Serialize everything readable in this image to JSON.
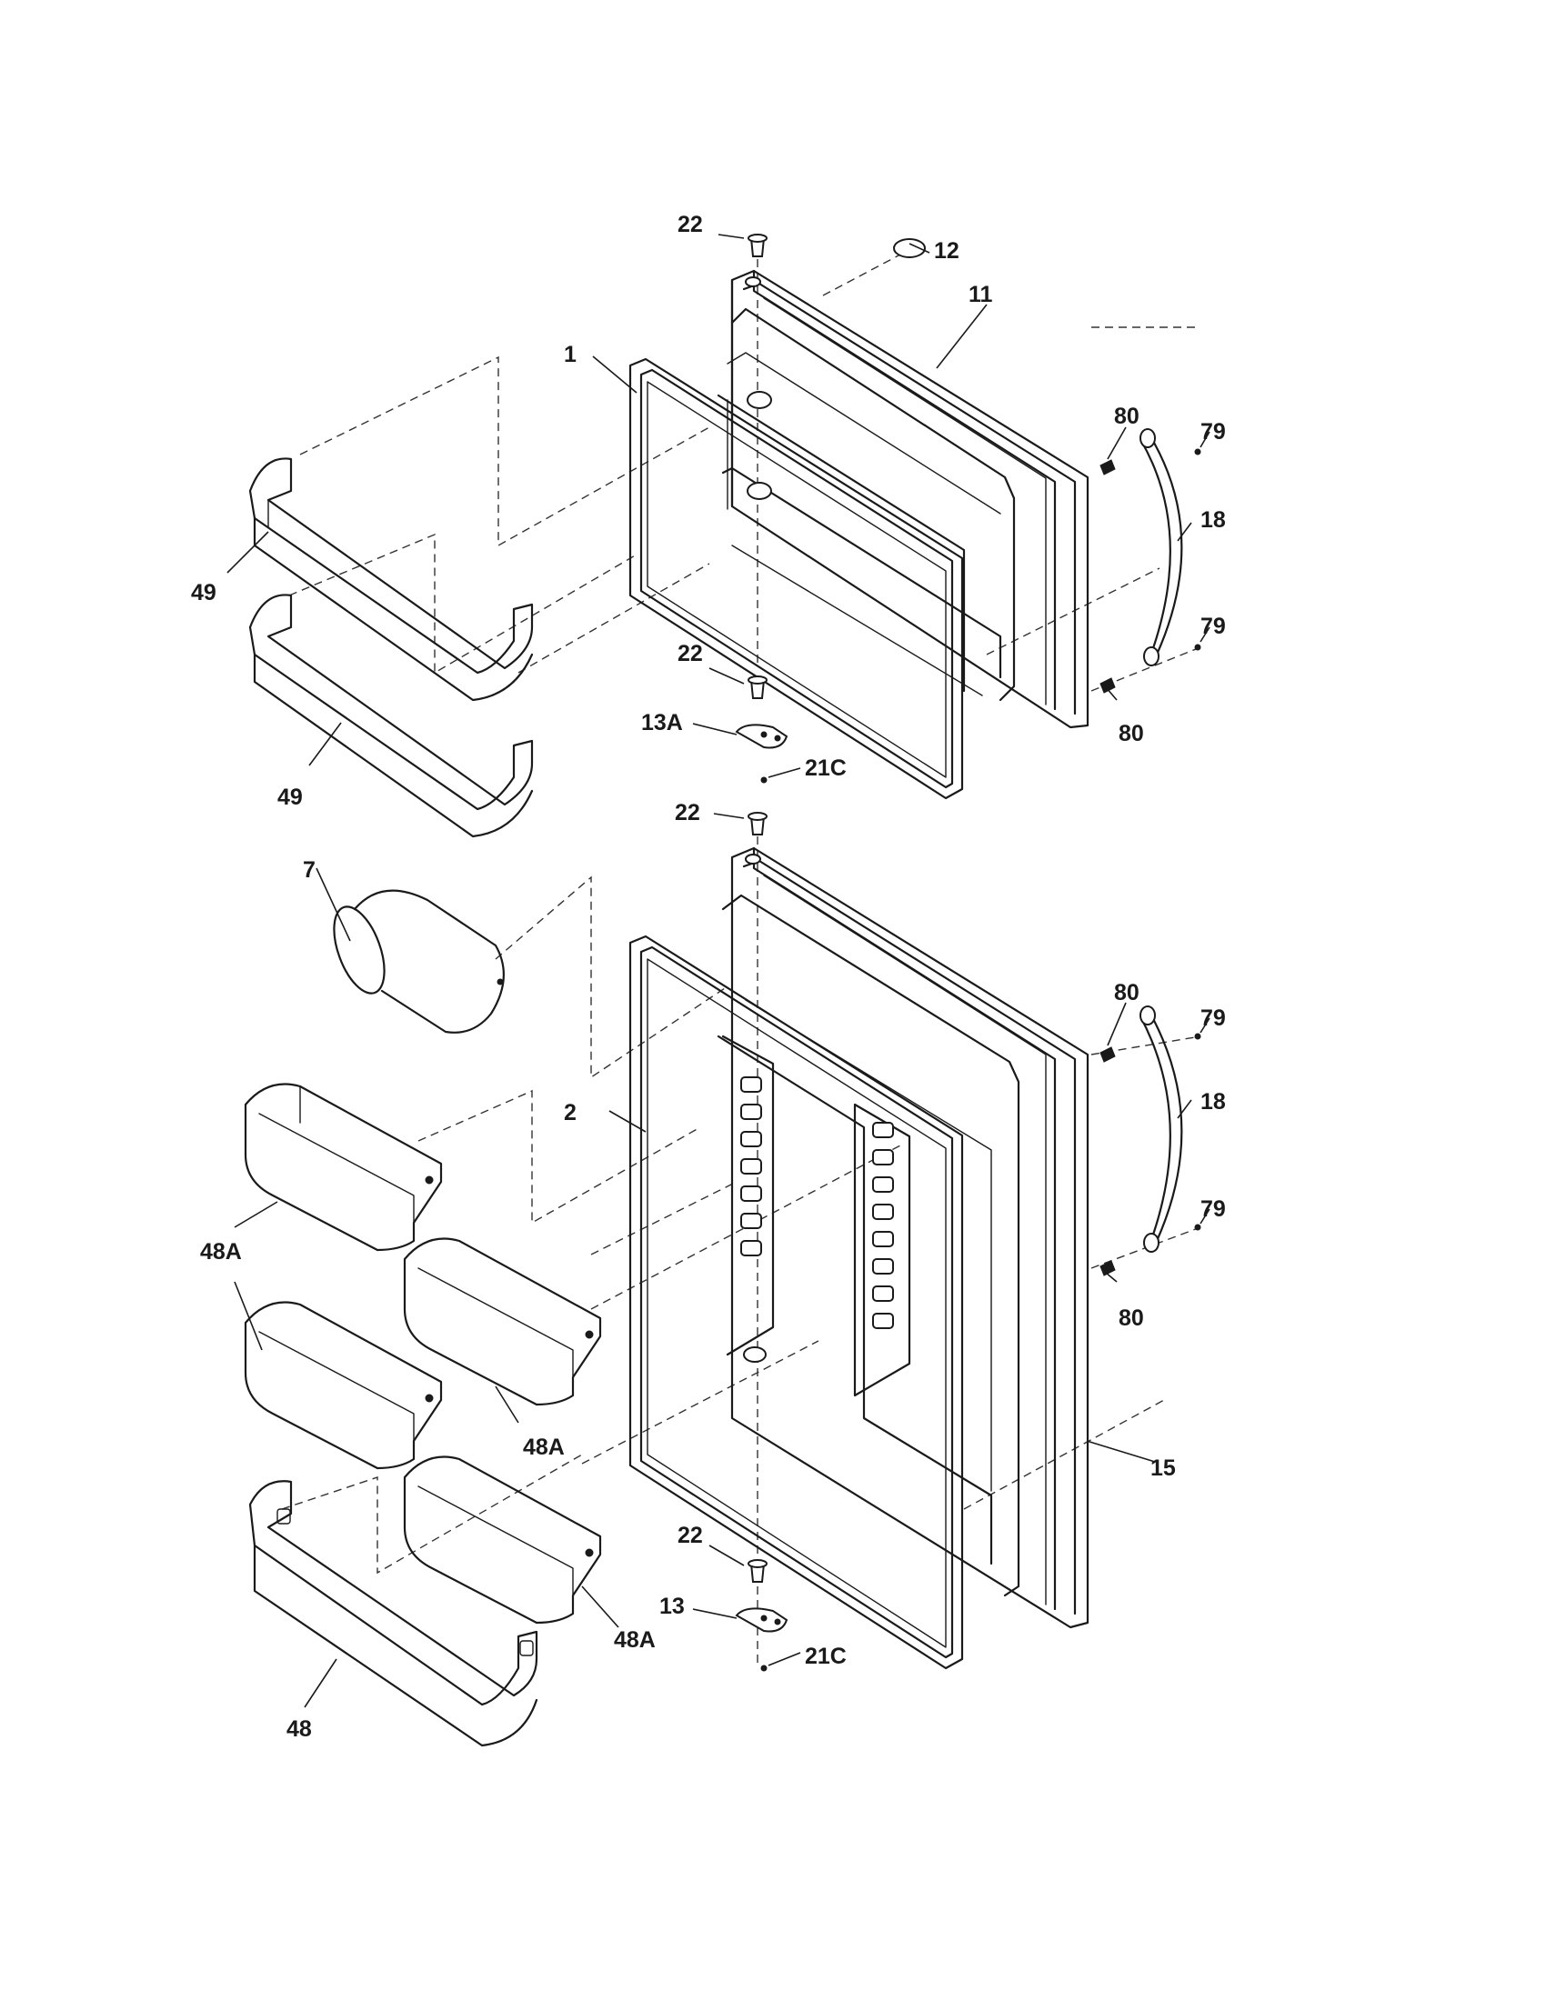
{
  "callouts": {
    "c1": "1",
    "c2": "2",
    "c7": "7",
    "c11": "11",
    "c12": "12",
    "c13": "13",
    "c13a": "13A",
    "c15": "15",
    "c18": "18",
    "c21c": "21C",
    "c22": "22",
    "c48": "48",
    "c48a": "48A",
    "c49": "49",
    "c79": "79",
    "c80": "80"
  }
}
